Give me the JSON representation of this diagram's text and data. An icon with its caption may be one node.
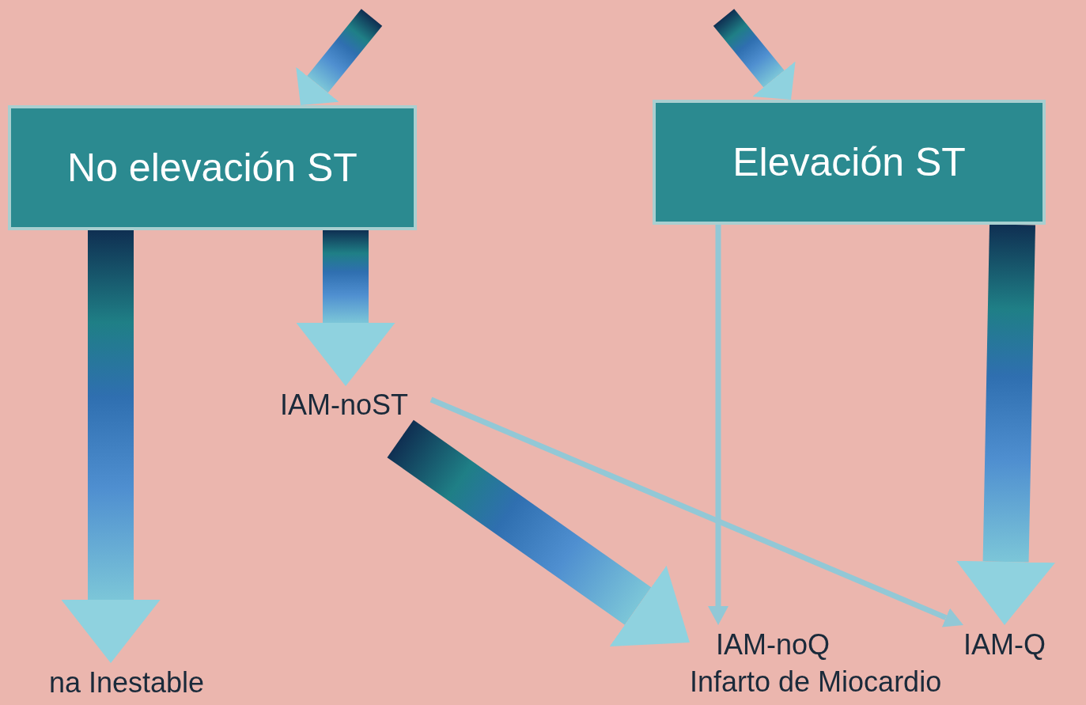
{
  "diagram": {
    "nodes": [
      {
        "text": [
          "No elevación ST"
        ]
      },
      {
        "text": [
          "Elevación ST"
        ]
      },
      {
        "text": [
          "IAM-noST"
        ]
      },
      {
        "text": [
          "na Inestable"
        ]
      },
      {
        "text": [
          "IAM-noQ"
        ]
      },
      {
        "text": [
          "IAM-Q"
        ]
      },
      {
        "text": [
          "Infarto de Miocardio"
        ]
      }
    ],
    "edges": [
      {
        "from": null,
        "to": 0,
        "arrow": "to",
        "style": "thick"
      },
      {
        "from": null,
        "to": 1,
        "arrow": "to",
        "style": "thick"
      },
      {
        "from": 0,
        "to": 3,
        "arrow": "to",
        "style": "thick"
      },
      {
        "from": 0,
        "to": 2,
        "arrow": "to",
        "style": "thick"
      },
      {
        "from": 2,
        "to": 4,
        "arrow": "to",
        "style": "thick"
      },
      {
        "from": 2,
        "to": 5,
        "arrow": "to"
      },
      {
        "from": 1,
        "to": 4,
        "arrow": "to"
      },
      {
        "from": 1,
        "to": 5,
        "arrow": "to",
        "style": "thick"
      }
    ]
  }
}
